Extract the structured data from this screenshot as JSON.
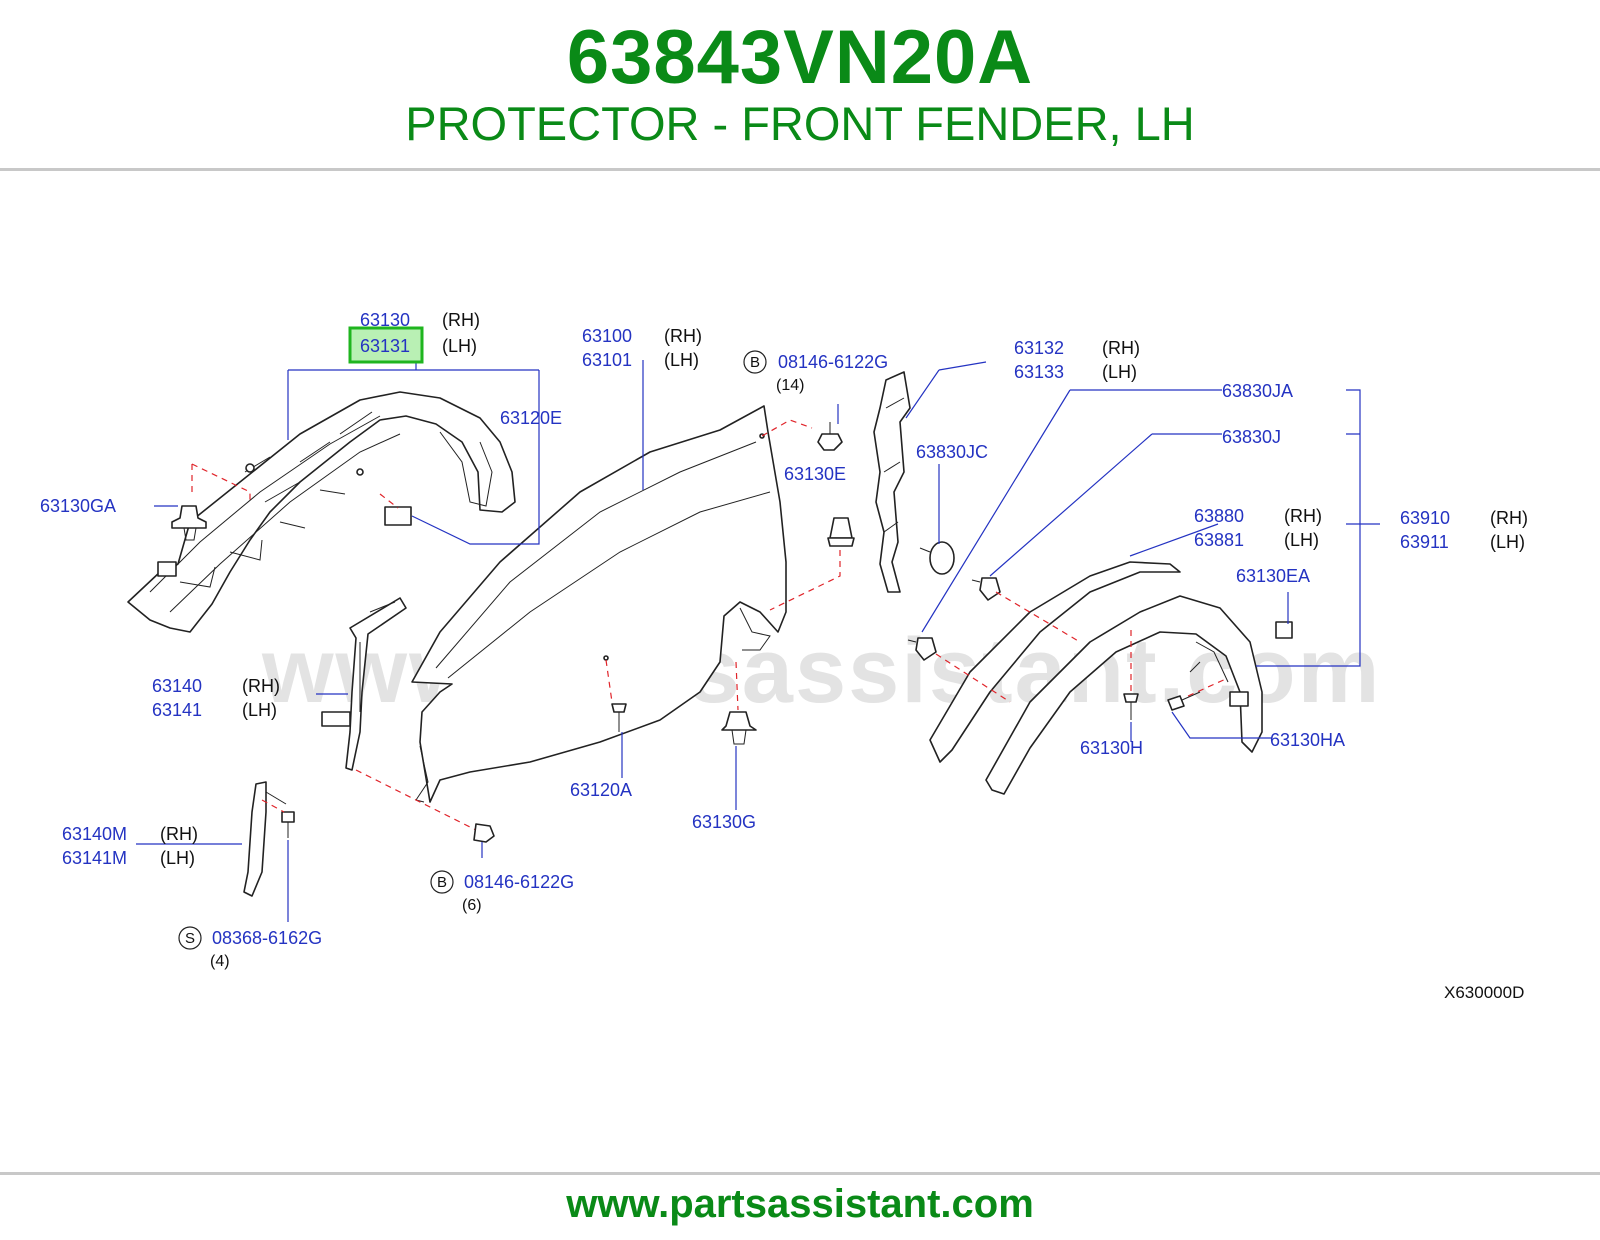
{
  "header": {
    "part_number": "63843VN20A",
    "description": "PROTECTOR - FRONT FENDER, LH"
  },
  "watermark": "www.partsassistant.com",
  "footer": {
    "url": "www.partsassistant.com"
  },
  "ref_code": "X630000D",
  "highlight": {
    "part": "63131",
    "color": "#1fb51f",
    "fill": "#b9f0b4"
  },
  "colors": {
    "brand_green": "#0a8a17",
    "label_blue": "#2433c2",
    "dash_red": "#e0242a"
  },
  "labels": {
    "p63130": "63130",
    "p63130_side": "(RH)",
    "p63131": "63131",
    "p63131_side": "(LH)",
    "p63120E": "63120E",
    "p63130GA": "63130GA",
    "p63100": "63100",
    "p63100_side": "(RH)",
    "p63101": "63101",
    "p63101_side": "(LH)",
    "b1_badge": "B",
    "b1_part": "08146-6122G",
    "b1_qty": "(14)",
    "p63130E": "63130E",
    "p63132": "63132",
    "p63132_side": "(RH)",
    "p63133": "63133",
    "p63133_side": "(LH)",
    "p63830JC": "63830JC",
    "p63830JA": "63830JA",
    "p63830J": "63830J",
    "p63880": "63880",
    "p63880_side": "(RH)",
    "p63881": "63881",
    "p63881_side": "(LH)",
    "p63910": "63910",
    "p63910_side": "(RH)",
    "p63911": "63911",
    "p63911_side": "(LH)",
    "p63130EA": "63130EA",
    "p63140": "63140",
    "p63140_side": "(RH)",
    "p63141": "63141",
    "p63141_side": "(LH)",
    "p63120A": "63120A",
    "p63130G": "63130G",
    "p63130H": "63130H",
    "p63130HA": "63130HA",
    "p63140M": "63140M",
    "p63140M_side": "(RH)",
    "p63141M": "63141M",
    "p63141M_side": "(LH)",
    "b2_badge": "B",
    "b2_part": "08146-6122G",
    "b2_qty": "(6)",
    "s_badge": "S",
    "s_part": "08368-6162G",
    "s_qty": "(4)"
  }
}
